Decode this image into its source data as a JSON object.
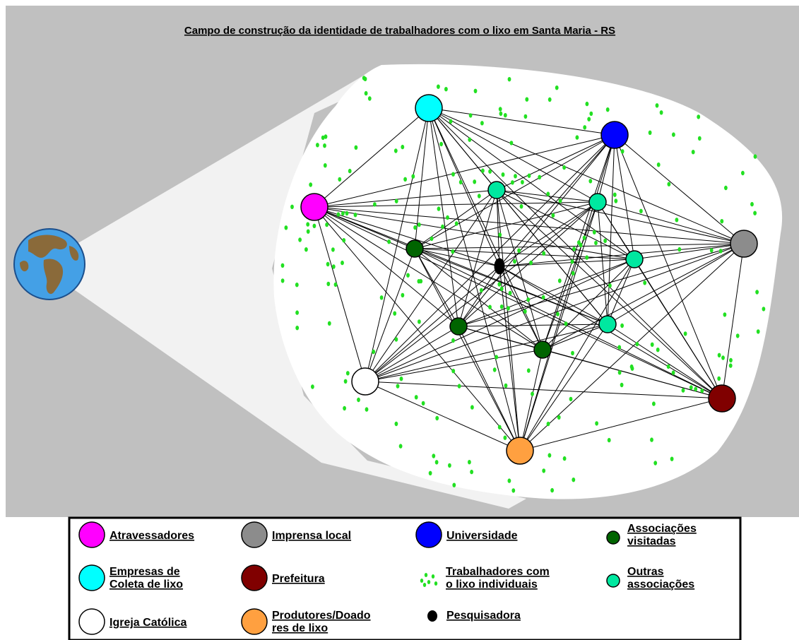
{
  "title": "Campo de construção da identidade de trabalhadores com o lixo em Santa Maria - RS",
  "colors": {
    "background": "#c0c0c0",
    "field": "#ffffff",
    "beam": "#f2f2f2",
    "edge": "#000000",
    "worker_dot": "#22e022",
    "atravessadores": "#ff00ff",
    "empresas": "#00ffff",
    "universidade": "#0000ff",
    "imprensa": "#8c8c8c",
    "prefeitura": "#800000",
    "igreja": "#ffffff",
    "produtores": "#ffa040",
    "associacoes_visitadas": "#006400",
    "outras_associacoes": "#00e8a0",
    "pesquisadora": "#000000"
  },
  "actors": [
    {
      "id": "atravessadores",
      "name": "Atravessadores",
      "type": "actor"
    },
    {
      "id": "empresas",
      "name": "Empresas de Coleta de lixo",
      "type": "actor"
    },
    {
      "id": "universidade",
      "name": "Universidade",
      "type": "actor"
    },
    {
      "id": "imprensa",
      "name": "Imprensa local",
      "type": "actor"
    },
    {
      "id": "prefeitura",
      "name": "Prefeitura",
      "type": "actor"
    },
    {
      "id": "igreja",
      "name": "Igreja Católica",
      "type": "actor"
    },
    {
      "id": "produtores",
      "name": "Produtores/Doadores de lixo",
      "type": "actor"
    },
    {
      "id": "assoc_v1",
      "name": "Associações visitadas",
      "type": "assoc-visited"
    },
    {
      "id": "assoc_v2",
      "name": "Associações visitadas",
      "type": "assoc-visited"
    },
    {
      "id": "assoc_v3",
      "name": "Associações visitadas",
      "type": "assoc-visited"
    },
    {
      "id": "assoc_o1",
      "name": "Outras associações",
      "type": "assoc-other"
    },
    {
      "id": "assoc_o2",
      "name": "Outras associações",
      "type": "assoc-other"
    },
    {
      "id": "assoc_o3",
      "name": "Outras associações",
      "type": "assoc-other"
    },
    {
      "id": "assoc_o4",
      "name": "Outras associações",
      "type": "assoc-other"
    },
    {
      "id": "pesquisadora",
      "name": "Pesquisadora",
      "type": "researcher"
    }
  ],
  "legend": [
    {
      "label_lines": [
        "Atravessadores"
      ],
      "color_key": "atravessadores",
      "symbol": "big"
    },
    {
      "label_lines": [
        "Imprensa local"
      ],
      "color_key": "imprensa",
      "symbol": "big"
    },
    {
      "label_lines": [
        "Universidade"
      ],
      "color_key": "universidade",
      "symbol": "big"
    },
    {
      "label_lines": [
        "Associações ",
        "visitadas"
      ],
      "color_key": "associacoes_visitadas",
      "symbol": "small"
    },
    {
      "label_lines": [
        "Empresas de ",
        "Coleta de lixo"
      ],
      "color_key": "empresas",
      "symbol": "big"
    },
    {
      "label_lines": [
        "Prefeitura"
      ],
      "color_key": "prefeitura",
      "symbol": "big"
    },
    {
      "label_lines": [
        "Trabalhadores com",
        "o lixo individuais"
      ],
      "color_key": "worker_dot",
      "symbol": "dots"
    },
    {
      "label_lines": [
        "Outras ",
        "associações"
      ],
      "color_key": "outras_associacoes",
      "symbol": "small"
    },
    {
      "label_lines": [
        "Igreja Católica"
      ],
      "color_key": "igreja",
      "symbol": "big"
    },
    {
      "label_lines": [
        "Produtores/Doado",
        "res de lixo"
      ],
      "color_key": "produtores",
      "symbol": "big"
    },
    {
      "label_lines": [
        "Pesquisadora"
      ],
      "color_key": "pesquisadora",
      "symbol": "researcher"
    }
  ]
}
